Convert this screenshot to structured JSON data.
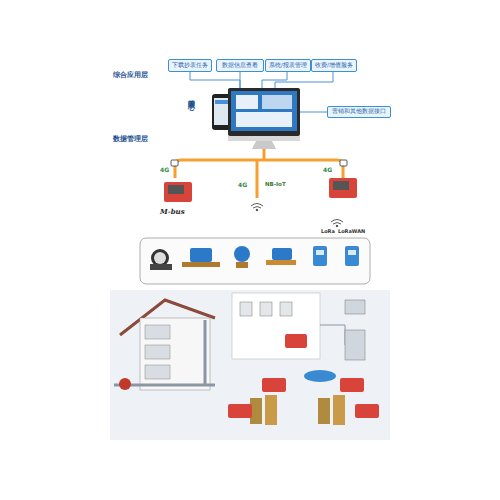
{
  "diagram": {
    "nodes": [
      {
        "text": [
          "下载抄表任务"
        ]
      },
      {
        "text": [
          "数据信息查看"
        ]
      },
      {
        "text": [
          "系统/报表管理"
        ]
      },
      {
        "text": [
          "收费/增值服务"
        ]
      },
      {
        "text": [
          "营销和其他数据接口"
        ]
      }
    ],
    "labels": [
      "综合应用层",
      "管理中心",
      "数据管理层",
      "4G",
      "4G",
      "4G",
      "NB-IoT",
      "M-bus",
      "LoRa",
      "LoRaWAN"
    ]
  }
}
